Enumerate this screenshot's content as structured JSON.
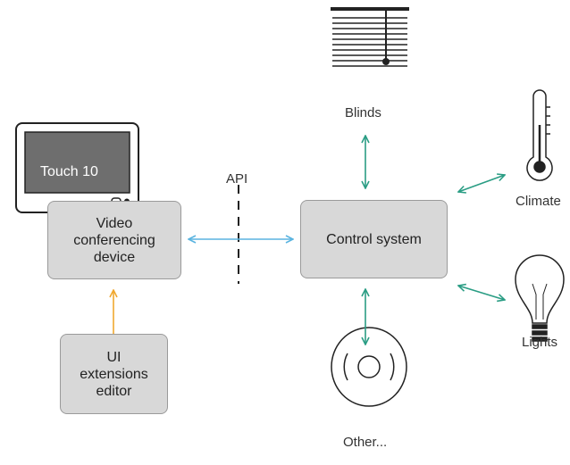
{
  "nodes": {
    "touch_panel": "Touch 10",
    "video_device": "Video\nconferencing\ndevice",
    "ui_editor": "UI\nextensions\neditor",
    "control_system": "Control system",
    "blinds": "Blinds",
    "climate": "Climate",
    "lights": "Lights",
    "other": "Other..."
  },
  "api_label": "API",
  "colors": {
    "box_fill": "#d8d8d8",
    "box_border": "#9a9a9a",
    "api_arrow": "#5ab4e0",
    "editor_arrow": "#f0a830",
    "control_arrow": "#2a9d84",
    "icon_stroke": "#222222"
  }
}
